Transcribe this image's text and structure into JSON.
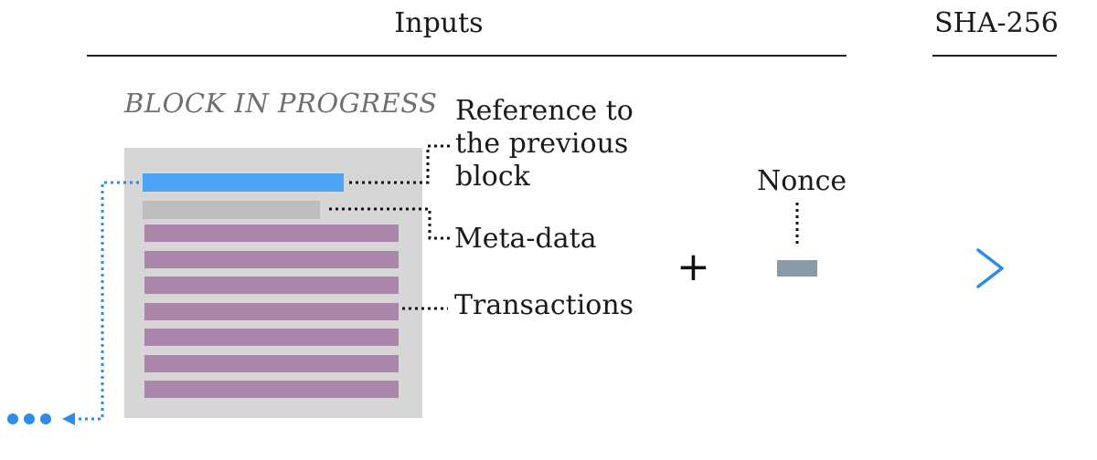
{
  "header": {
    "inputs_label": "Inputs",
    "hash_label": "SHA-256"
  },
  "block": {
    "title": "BLOCK IN PROGRESS",
    "transaction_count": 7
  },
  "labels": {
    "reference": [
      "Reference to",
      "the previous",
      "block"
    ],
    "metadata": "Meta-data",
    "transactions": "Transactions",
    "nonce": "Nonce"
  },
  "operator": "+",
  "colors": {
    "reference_bar": "#4ea4f4",
    "metadata_bar": "#bdbdbd",
    "transaction_bar": "#aa86aa",
    "block_background": "#d6d6d6",
    "nonce": "#8a9aa6",
    "accent": "#2f8ae8"
  },
  "icons": {
    "operator": "plus-icon",
    "next": "chevron-right-icon",
    "previous_chain": "ellipsis-icon"
  }
}
